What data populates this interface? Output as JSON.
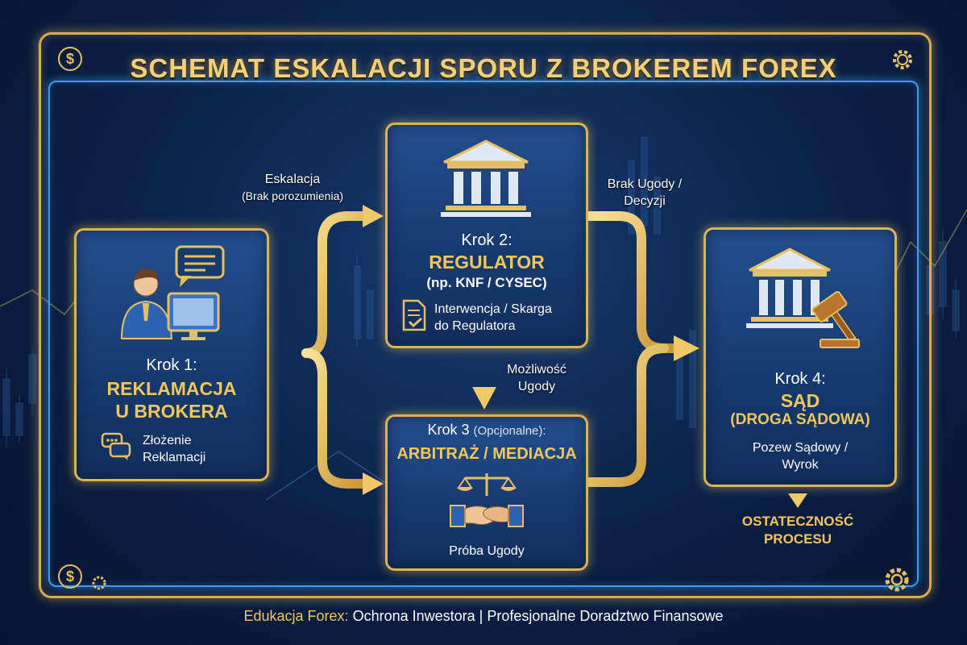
{
  "title": "SCHEMAT ESKALACJI SPORU Z BROKEREM FOREX",
  "steps": [
    {
      "step": "Krok 1:",
      "title_line1": "REKLAMACJA",
      "title_line2": "U BROKERA",
      "note_line1": "Złożenie",
      "note_line2": "Reklamacji"
    },
    {
      "step": "Krok 2:",
      "title": "REGULATOR",
      "subtitle": "(np. KNF / CYSEC)",
      "note_line1": "Interwencja / Skarga",
      "note_line2": "do Regulatora"
    },
    {
      "step": "Krok 3",
      "step_optional": "(Opcjonalne):",
      "title": "ARBITRAŻ / MEDIACJA",
      "note": "Próba Ugody"
    },
    {
      "step": "Krok 4:",
      "title": "SĄD",
      "subtitle": "(DROGA SĄDOWA)",
      "note_line1": "Pozew Sądowy /",
      "note_line2": "Wyrok"
    }
  ],
  "arrow_labels": {
    "escalation": "Eskalacja",
    "escalation_sub": "(Brak porozumienia)",
    "no_agreement_line1": "Brak Ugody /",
    "no_agreement_line2": "Decyzji",
    "settlement_line1": "Możliwość",
    "settlement_line2": "Ugody"
  },
  "final": {
    "line1": "OSTATECZNOŚĆ",
    "line2": "PROCESU"
  },
  "footer": {
    "lead": "Edukacja Forex:",
    "rest": "Ochrona Inwestora | Profesjonalne Doradztwo Finansowe"
  },
  "corner_icons": {
    "currency_symbol": "$"
  },
  "colors": {
    "gold": "#f2c65c",
    "frame_gold": "#d9ac4a",
    "blue_glow": "#3f9be8",
    "background": "#0b2147"
  }
}
